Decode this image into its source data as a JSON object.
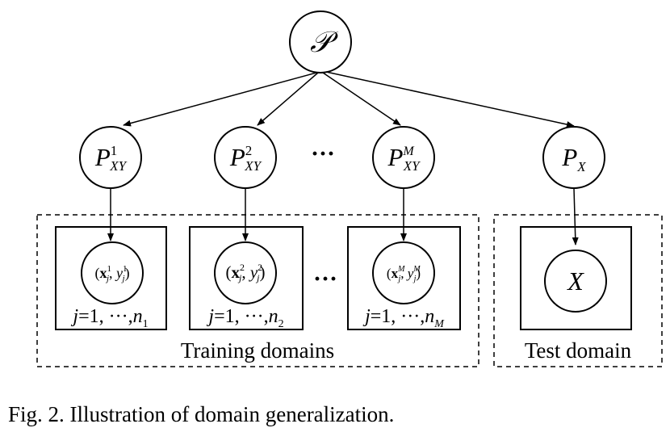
{
  "root": {
    "symbol": "𝒫"
  },
  "train_dists": [
    {
      "base": "P",
      "sup": "1",
      "sub": "XY"
    },
    {
      "base": "P",
      "sup": "2",
      "sub": "XY"
    },
    {
      "base": "P",
      "sup": "M",
      "sub": "XY"
    }
  ],
  "test_dist": {
    "base": "P",
    "sub": "X"
  },
  "dist_ellipsis": "···",
  "train_samples": [
    {
      "var": "x",
      "sup": "1",
      "sub": "j",
      "y": "y",
      "index": "j",
      "eq": "=1,",
      "dots": "···",
      "n": "n",
      "nsub": "1"
    },
    {
      "var": "x",
      "sup": "2",
      "sub": "j",
      "y": "y",
      "index": "j",
      "eq": "=1,",
      "dots": "···",
      "n": "n",
      "nsub": "2"
    },
    {
      "var": "x",
      "sup": "M",
      "sub": "j",
      "y": "y",
      "index": "j",
      "eq": "=1,",
      "dots": "···",
      "n": "n",
      "nsub": "M"
    }
  ],
  "sample_ellipsis": "···",
  "test_sample": {
    "symbol": "X"
  },
  "labels": {
    "training": "Training domains",
    "test": "Test domain"
  },
  "caption": "Fig. 2.  Illustration of domain generalization."
}
